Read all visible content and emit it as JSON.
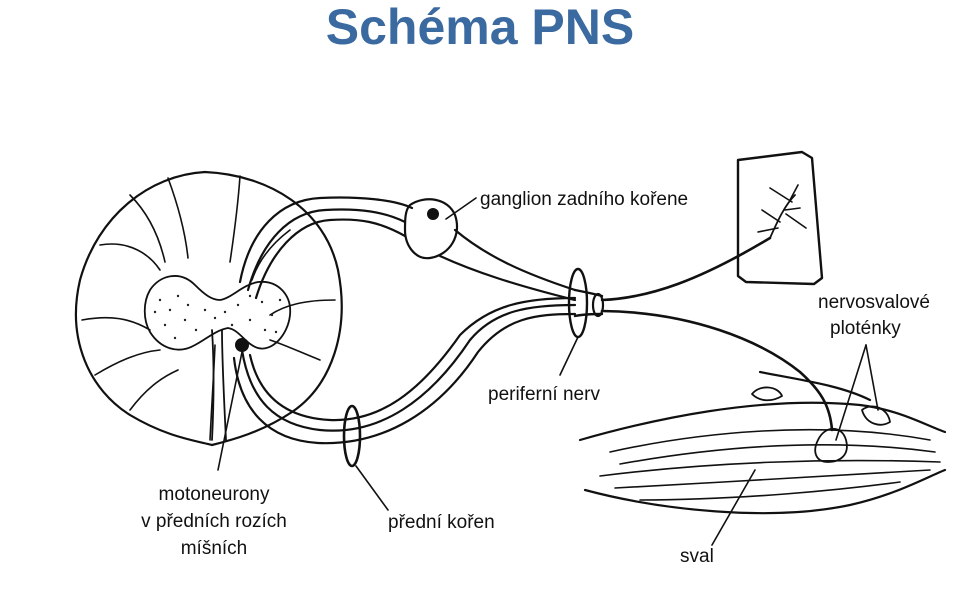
{
  "title": "Schéma PNS",
  "colors": {
    "title": "#3b6aa0",
    "ink": "#111111",
    "background": "#ffffff"
  },
  "labels": {
    "ganglion": "ganglion zadního kořene",
    "nmj_line1": "nervosvalové",
    "nmj_line2": "ploténky",
    "peripheral_nerve": "periferní nerv",
    "motoneurons_line1": "motoneurony",
    "motoneurons_line2": "v předních rozích",
    "motoneurons_line3": "míšních",
    "anterior_root": "přední kořen",
    "muscle": "sval"
  }
}
